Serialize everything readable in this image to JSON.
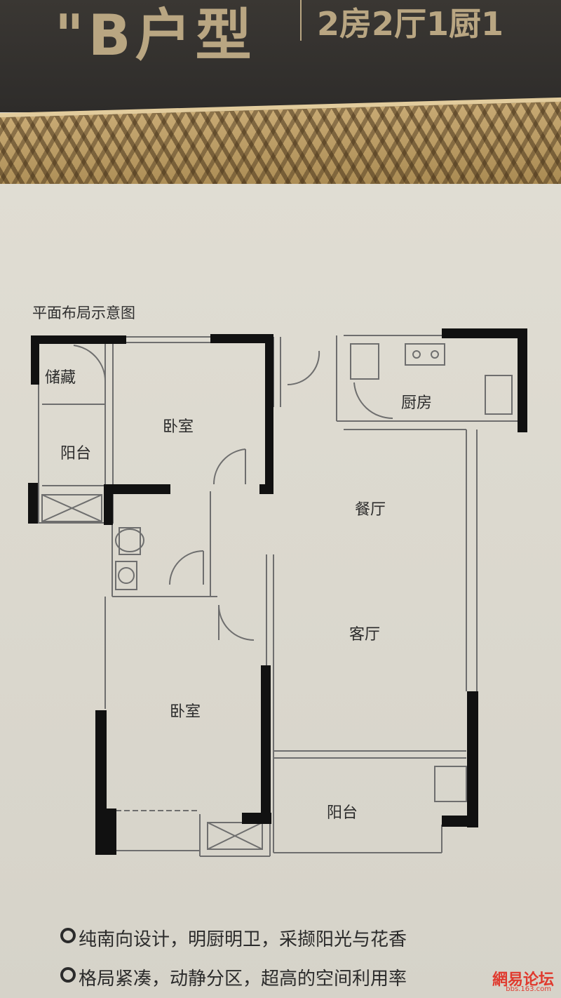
{
  "header": {
    "title": "\"B户型",
    "subtitle": "2房2厅1厨1"
  },
  "plan": {
    "label": "平面布局示意图",
    "rooms": {
      "storage": "储藏",
      "bedroom_north": "卧室",
      "balcony_west": "阳台",
      "kitchen": "厨房",
      "dining": "餐厅",
      "living": "客厅",
      "bedroom_south": "卧室",
      "balcony_south": "阳台"
    }
  },
  "features": [
    "纯南向设计，明厨明卫，采撷阳光与花香",
    "格局紧凑，动静分区，超高的空间利用率"
  ],
  "watermark": {
    "text": "網易论坛",
    "sub": "bbs.163.com"
  },
  "colors": {
    "header_bg": "#2e2c2a",
    "gold": "#b9a682",
    "paper": "#dcd9cf",
    "wall": "#111111",
    "line": "#6e6e6e",
    "watermark": "#e03a2e"
  }
}
